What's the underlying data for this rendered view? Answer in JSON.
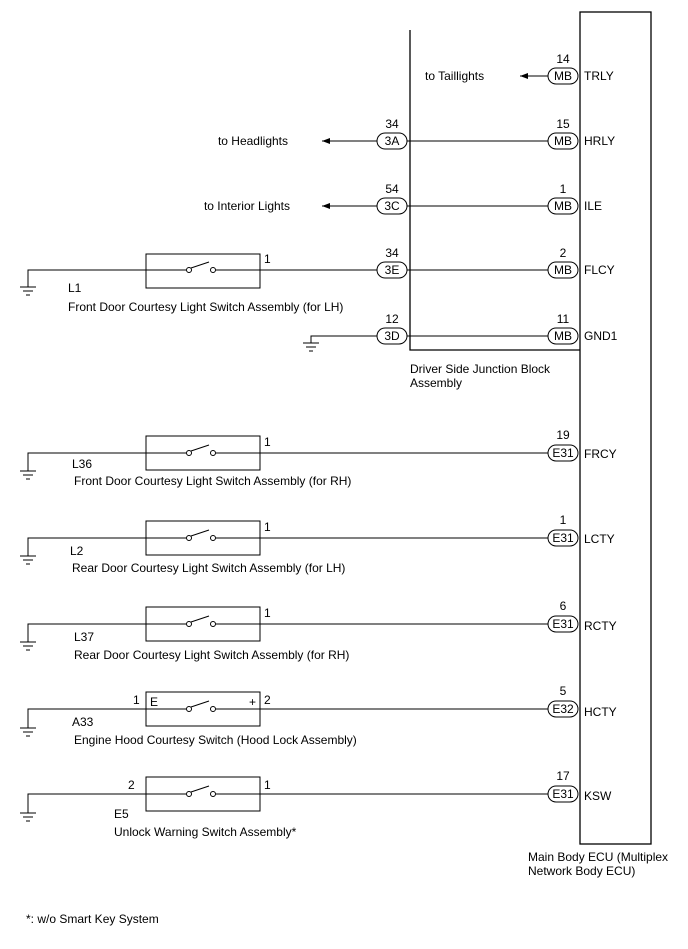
{
  "ecu": {
    "label_1": "Main Body ECU (Multiplex",
    "label_2": "Network Body ECU)"
  },
  "jb": {
    "label_1": "Driver Side Junction Block",
    "label_2": "Assembly"
  },
  "jb_rows": [
    {
      "ecu_pin": "14",
      "ecu_conn": "MB",
      "ecu_signal": "TRLY",
      "dest": "to Taillights",
      "jb_pin": "",
      "jb_conn": ""
    },
    {
      "ecu_pin": "15",
      "ecu_conn": "MB",
      "ecu_signal": "HRLY",
      "dest": "to Headlights",
      "jb_pin": "34",
      "jb_conn": "3A"
    },
    {
      "ecu_pin": "1",
      "ecu_conn": "MB",
      "ecu_signal": "ILE",
      "dest": "to Interior Lights",
      "jb_pin": "54",
      "jb_conn": "3C"
    },
    {
      "ecu_pin": "2",
      "ecu_conn": "MB",
      "ecu_signal": "FLCY",
      "dest": "",
      "jb_pin": "34",
      "jb_conn": "3E",
      "switch_pin": "1",
      "switch_code": "L1",
      "switch_name": "Front Door Courtesy Light Switch Assembly (for LH)"
    },
    {
      "ecu_pin": "11",
      "ecu_conn": "MB",
      "ecu_signal": "GND1",
      "dest": "",
      "jb_pin": "12",
      "jb_conn": "3D"
    }
  ],
  "direct_rows": [
    {
      "ecu_pin": "19",
      "ecu_conn": "E31",
      "ecu_signal": "FRCY",
      "switch_pin": "1",
      "switch_code": "L36",
      "switch_name": "Front Door Courtesy Light Switch Assembly (for RH)"
    },
    {
      "ecu_pin": "1",
      "ecu_conn": "E31",
      "ecu_signal": "LCTY",
      "switch_pin": "1",
      "switch_code": "L2",
      "switch_name": "Rear Door Courtesy Light Switch Assembly (for LH)"
    },
    {
      "ecu_pin": "6",
      "ecu_conn": "E31",
      "ecu_signal": "RCTY",
      "switch_pin": "1",
      "switch_code": "L37",
      "switch_name": "Rear Door Courtesy Light Switch Assembly (for RH)"
    },
    {
      "ecu_pin": "5",
      "ecu_conn": "E32",
      "ecu_signal": "HCTY",
      "switch_pin": "2",
      "switch_left_pin": "1",
      "switch_code": "A33",
      "switch_name": "Engine Hood Courtesy Switch (Hood Lock Assembly)",
      "switch_mark_left": "E",
      "switch_mark_right": "+"
    },
    {
      "ecu_pin": "17",
      "ecu_conn": "E31",
      "ecu_signal": "KSW",
      "switch_pin": "1",
      "switch_left_pin": "2",
      "switch_code": "E5",
      "switch_name": "Unlock Warning Switch Assembly*"
    }
  ],
  "footnote": "*: w/o Smart Key System"
}
